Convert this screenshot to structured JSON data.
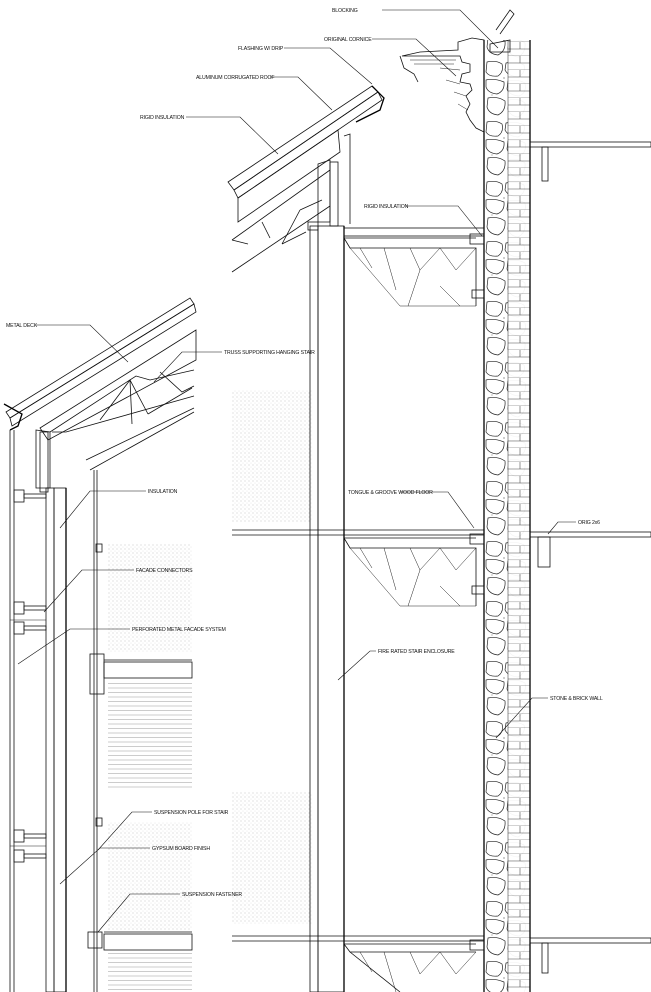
{
  "labels": {
    "blocking": "BLOCKING",
    "original_cornice": "ORIGINAL CORNICE",
    "flashing": "FLASHING W/ DRIP",
    "aluminum_roof": "ALUMINUM CORRUGATED ROOF",
    "rigid_insulation_top": "RIGID INSULATION",
    "rigid_insulation_mid": "RIGID INSULATION",
    "metal_deck": "METAL DECK",
    "truss": "TRUSS SUPPORTING HANGING STAIR",
    "insulation": "INSULATION",
    "tongue_groove": "TONGUE & GROOVE WOOD FLOOR",
    "orig_2x6": "ORIG 2x6",
    "facade_connectors": "FACADE CONNECTORS",
    "perforated_facade": "PERFORATED METAL FACADE SYSTEM",
    "fire_rated": "FIRE RATED STAIR ENCLOSURE",
    "stone_brick": "STONE & BRICK WALL",
    "suspension_pole": "SUSPENSION POLE FOR STAIR",
    "gypsum": "GYPSUM BOARD FINISH",
    "suspension_fastener": "SUSPENSION FASTENER"
  },
  "colors": {
    "line": "#111111",
    "background": "#ffffff",
    "hatch": "#888888"
  }
}
